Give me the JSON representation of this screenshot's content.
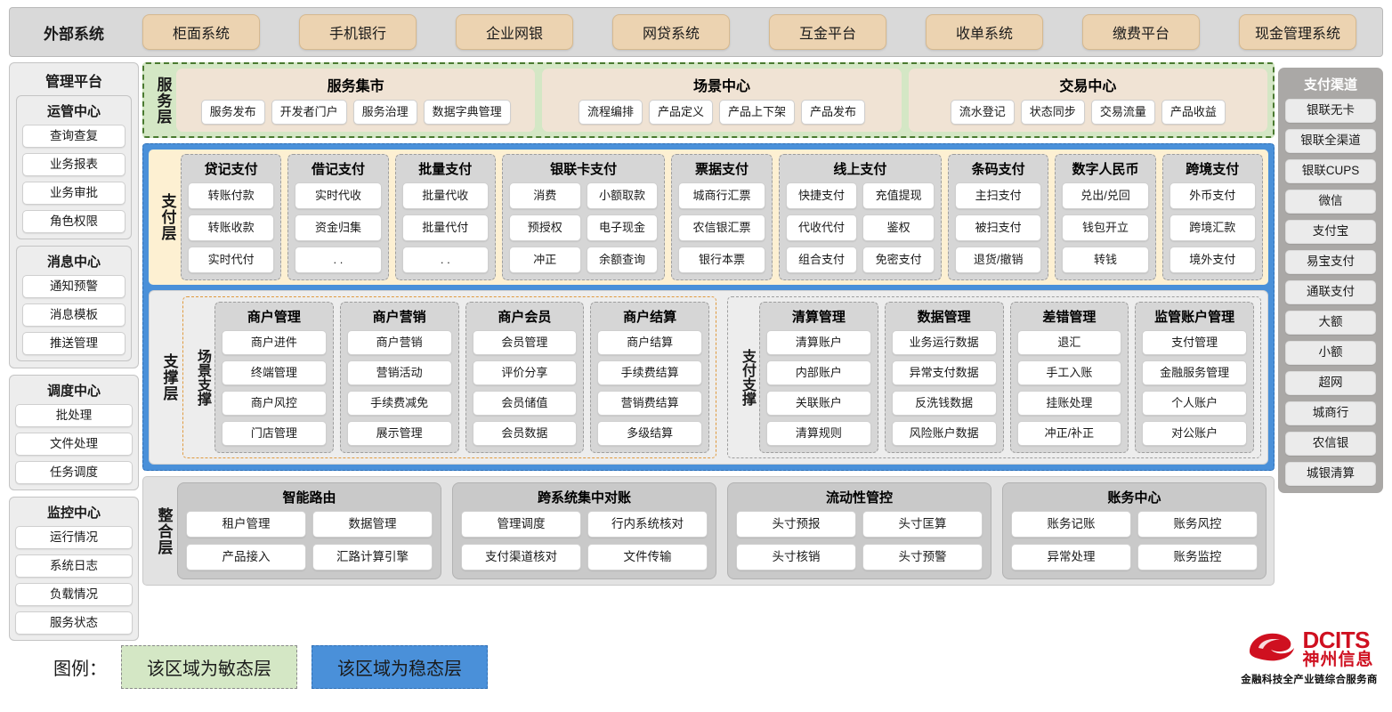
{
  "external": {
    "label": "外部系统",
    "items": [
      "柜面系统",
      "手机银行",
      "企业网银",
      "网贷系统",
      "互金平台",
      "收单系统",
      "缴费平台",
      "现金管理系统"
    ]
  },
  "left_sidebar": {
    "title": "管理平台",
    "groups": [
      {
        "title": "运管中心",
        "items": [
          "查询查复",
          "业务报表",
          "业务审批",
          "角色权限"
        ]
      },
      {
        "title": "消息中心",
        "items": [
          "通知预警",
          "消息模板",
          "推送管理"
        ]
      },
      {
        "title": "调度中心",
        "items": [
          "批处理",
          "文件处理",
          "任务调度"
        ]
      },
      {
        "title": "监控中心",
        "items": [
          "运行情况",
          "系统日志",
          "负载情况",
          "服务状态"
        ]
      }
    ]
  },
  "right_sidebar": {
    "title": "支付渠道",
    "items": [
      "银联无卡",
      "银联全渠道",
      "银联CUPS",
      "微信",
      "支付宝",
      "易宝支付",
      "通联支付",
      "大额",
      "小额",
      "超网",
      "城商行",
      "农信银",
      "城银清算"
    ]
  },
  "service_layer": {
    "tag": "服务层",
    "groups": [
      {
        "title": "服务集市",
        "items": [
          "服务发布",
          "开发者门户",
          "服务治理",
          "数据字典管理"
        ]
      },
      {
        "title": "场景中心",
        "items": [
          "流程编排",
          "产品定义",
          "产品上下架",
          "产品发布"
        ]
      },
      {
        "title": "交易中心",
        "items": [
          "流水登记",
          "状态同步",
          "交易流量",
          "产品收益"
        ]
      }
    ]
  },
  "pay_layer": {
    "tag": "支付层",
    "groups": [
      {
        "title": "贷记支付",
        "cols": 1,
        "items": [
          "转账付款",
          "转账收款",
          "实时代付"
        ]
      },
      {
        "title": "借记支付",
        "cols": 1,
        "items": [
          "实时代收",
          "资金归集",
          ". ."
        ]
      },
      {
        "title": "批量支付",
        "cols": 1,
        "items": [
          "批量代收",
          "批量代付",
          ". ."
        ]
      },
      {
        "title": "银联卡支付",
        "cols": 2,
        "items": [
          "消费",
          "小额取款",
          "预授权",
          "电子现金",
          "冲正",
          "余额查询"
        ]
      },
      {
        "title": "票据支付",
        "cols": 1,
        "items": [
          "城商行汇票",
          "农信银汇票",
          "银行本票"
        ]
      },
      {
        "title": "线上支付",
        "cols": 2,
        "items": [
          "快捷支付",
          "充值提现",
          "代收代付",
          "鉴权",
          "组合支付",
          "免密支付"
        ]
      },
      {
        "title": "条码支付",
        "cols": 1,
        "items": [
          "主扫支付",
          "被扫支付",
          "退货/撤销"
        ]
      },
      {
        "title": "数字人民币",
        "cols": 1,
        "items": [
          "兑出/兑回",
          "钱包开立",
          "转钱"
        ]
      },
      {
        "title": "跨境支付",
        "cols": 1,
        "items": [
          "外币支付",
          "跨境汇款",
          "境外支付"
        ]
      }
    ]
  },
  "support_layer": {
    "tag": "支撑层",
    "halves": [
      {
        "tag": "场景支撑",
        "groups": [
          {
            "title": "商户管理",
            "items": [
              "商户进件",
              "终端管理",
              "商户风控",
              "门店管理"
            ]
          },
          {
            "title": "商户营销",
            "items": [
              "商户营销",
              "营销活动",
              "手续费减免",
              "展示管理"
            ]
          },
          {
            "title": "商户会员",
            "items": [
              "会员管理",
              "评价分享",
              "会员储值",
              "会员数据"
            ]
          },
          {
            "title": "商户结算",
            "items": [
              "商户结算",
              "手续费结算",
              "营销费结算",
              "多级结算"
            ]
          }
        ]
      },
      {
        "tag": "支付支撑",
        "groups": [
          {
            "title": "清算管理",
            "items": [
              "清算账户",
              "内部账户",
              "关联账户",
              "清算规则"
            ]
          },
          {
            "title": "数据管理",
            "items": [
              "业务运行数据",
              "异常支付数据",
              "反洗钱数据",
              "风险账户数据"
            ]
          },
          {
            "title": "差错管理",
            "items": [
              "退汇",
              "手工入账",
              "挂账处理",
              "冲正/补正"
            ]
          },
          {
            "title": "监管账户管理",
            "items": [
              "支付管理",
              "金融服务管理",
              "个人账户",
              "对公账户"
            ]
          }
        ]
      }
    ]
  },
  "integration_layer": {
    "tag": "整合层",
    "groups": [
      {
        "title": "智能路由",
        "items": [
          "租户管理",
          "数据管理",
          "产品接入",
          "汇路计算引擎"
        ]
      },
      {
        "title": "跨系统集中对账",
        "items": [
          "管理调度",
          "行内系统核对",
          "支付渠道核对",
          "文件传输"
        ]
      },
      {
        "title": "流动性管控",
        "items": [
          "头寸预报",
          "头寸匡算",
          "头寸核销",
          "头寸预警"
        ]
      },
      {
        "title": "账务中心",
        "items": [
          "账务记账",
          "账务风控",
          "异常处理",
          "账务监控"
        ]
      }
    ]
  },
  "legend": {
    "label": "图例：",
    "agile": "该区域为敏态层",
    "stable": "该区域为稳态层"
  },
  "logo": {
    "en": "DCITS",
    "cn": "神州信息",
    "tagline": "金融科技全产业链综合服务商"
  },
  "colors": {
    "agile_green": "#d4e7c5",
    "stable_blue": "#4a90d9",
    "external_chip": "#ecd3b1",
    "pay_layer_cream": "#fdf0d2",
    "brand_red": "#cf1020"
  }
}
